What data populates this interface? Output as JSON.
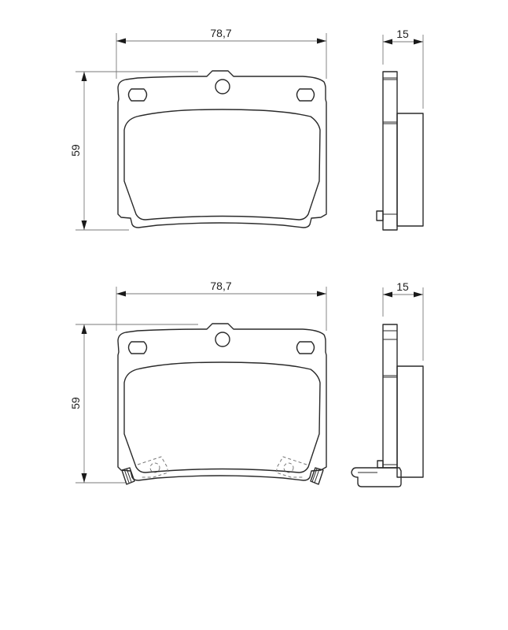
{
  "drawing": {
    "title": "Brake pad technical drawing",
    "views": [
      {
        "name": "pad-without-wear-sensor",
        "front_view": {
          "width_label": "78,7",
          "height_label": "59"
        },
        "side_view": {
          "thickness_label": "15"
        }
      },
      {
        "name": "pad-with-wear-sensor",
        "front_view": {
          "width_label": "78,7",
          "height_label": "59"
        },
        "side_view": {
          "thickness_label": "15"
        }
      }
    ],
    "colors": {
      "line": "#2a2a2a",
      "dimension": "#7a7a7a",
      "background": "#ffffff"
    }
  }
}
